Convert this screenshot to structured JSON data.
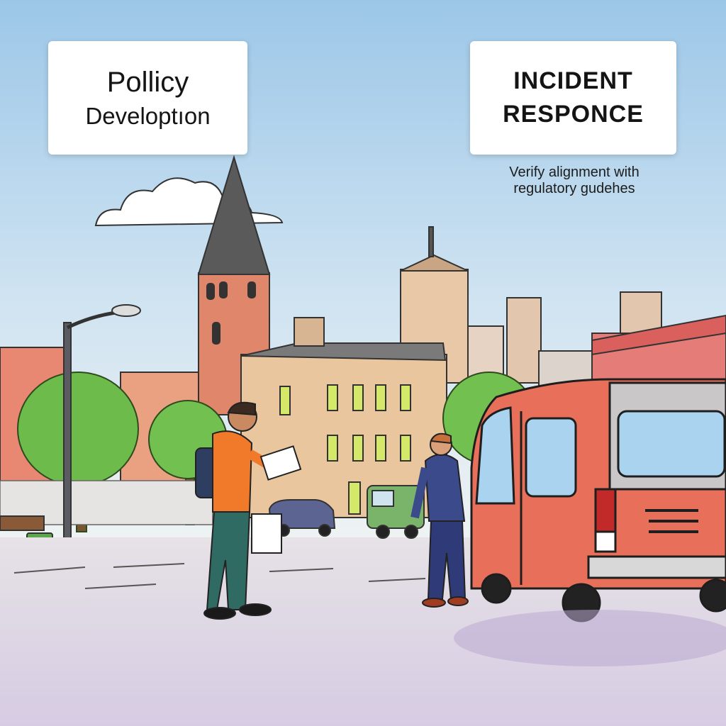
{
  "labels": {
    "left_card": {
      "line1": "Pollicy",
      "line2": "Developtıon"
    },
    "right_card": {
      "line1": "INCIDENT",
      "line2": "RESPONCE"
    },
    "caption": {
      "line1": "Verify alignment with",
      "line2": "regulatory gudehes"
    }
  },
  "colors": {
    "sky": "#bcd9ee",
    "van_body": "#e8705a",
    "vest": "#f07a2a",
    "suit": "#3b4a8a",
    "tree": "#6dbb4a"
  }
}
